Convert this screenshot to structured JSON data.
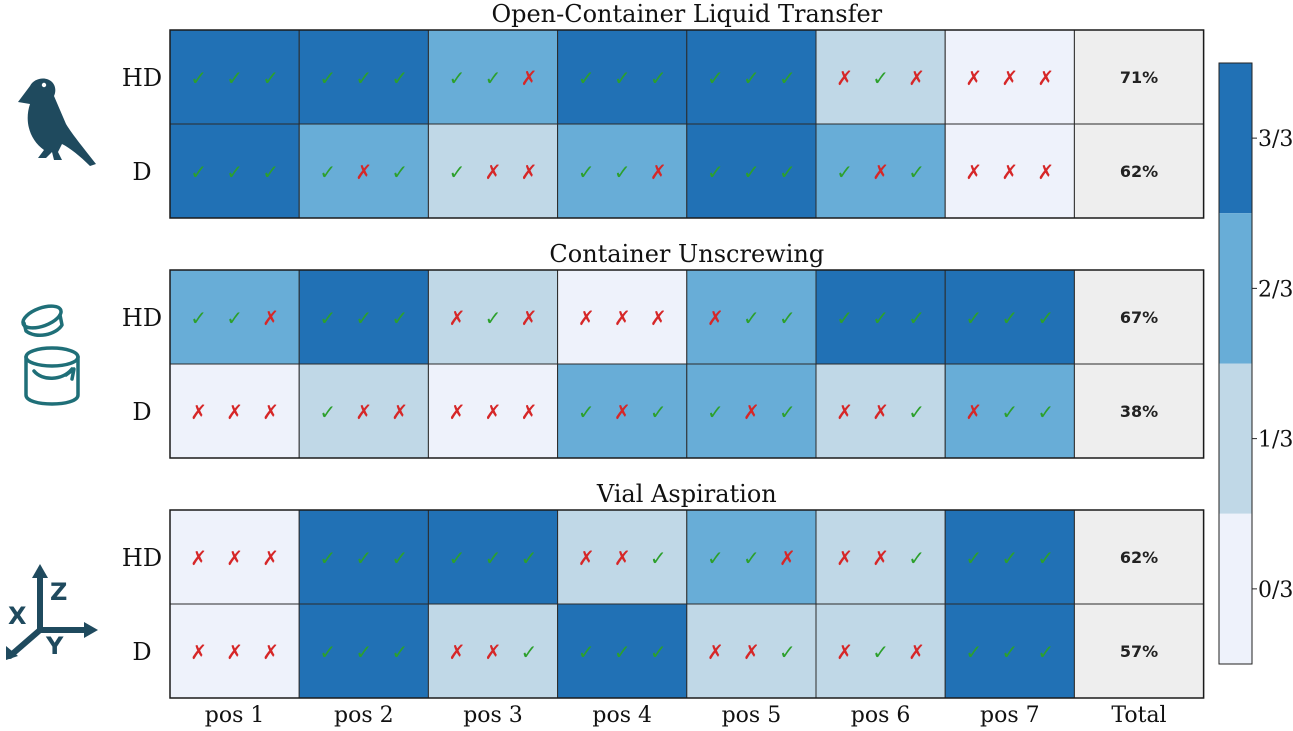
{
  "chart_data": {
    "type": "heatmap",
    "columns": [
      "pos 1",
      "pos 2",
      "pos 3",
      "pos 4",
      "pos 5",
      "pos 6",
      "pos 7"
    ],
    "total_label": "Total",
    "marks": {
      "success": "✓",
      "fail": "✗"
    },
    "colorbar": {
      "ticks": [
        "0/3",
        "1/3",
        "2/3",
        "3/3"
      ],
      "colors": [
        "#eef2fb",
        "#c0d8e7",
        "#68add7",
        "#2171b5"
      ]
    },
    "total_color": "#eeeeee",
    "success_color": "#2ca02c",
    "fail_color": "#d62728",
    "tasks": [
      {
        "title": "Open-Container Liquid Transfer",
        "icon": "bird-icon",
        "rows": [
          {
            "label": "HD",
            "trials": [
              "✓✓✓",
              "✓✓✓",
              "✓✓✗",
              "✓✓✓",
              "✓✓✓",
              "✗✓✗",
              "✗✗✗"
            ],
            "total": "71%"
          },
          {
            "label": "D",
            "trials": [
              "✓✓✓",
              "✓✗✓",
              "✓✗✗",
              "✓✓✗",
              "✓✓✓",
              "✓✗✓",
              "✗✗✗"
            ],
            "total": "62%"
          }
        ]
      },
      {
        "title": "Container Unscrewing",
        "icon": "container-unscrew-icon",
        "rows": [
          {
            "label": "HD",
            "trials": [
              "✓✓✗",
              "✓✓✓",
              "✗✓✗",
              "✗✗✗",
              "✗✓✓",
              "✓✓✓",
              "✓✓✓"
            ],
            "total": "67%"
          },
          {
            "label": "D",
            "trials": [
              "✗✗✗",
              "✓✗✗",
              "✗✗✗",
              "✓✗✓",
              "✓✗✓",
              "✗✗✓",
              "✗✓✓"
            ],
            "total": "38%"
          }
        ]
      },
      {
        "title": "Vial Aspiration",
        "icon": "xyz-axes-icon",
        "axis_letters": [
          "X",
          "Y",
          "Z"
        ],
        "rows": [
          {
            "label": "HD",
            "trials": [
              "✗✗✗",
              "✓✓✓",
              "✓✓✓",
              "✗✗✓",
              "✓✓✗",
              "✗✗✓",
              "✓✓✓"
            ],
            "total": "62%"
          },
          {
            "label": "D",
            "trials": [
              "✗✗✗",
              "✓✓✓",
              "✗✗✓",
              "✓✓✓",
              "✗✗✓",
              "✗✓✗",
              "✓✓✓"
            ],
            "total": "57%"
          }
        ]
      }
    ]
  }
}
